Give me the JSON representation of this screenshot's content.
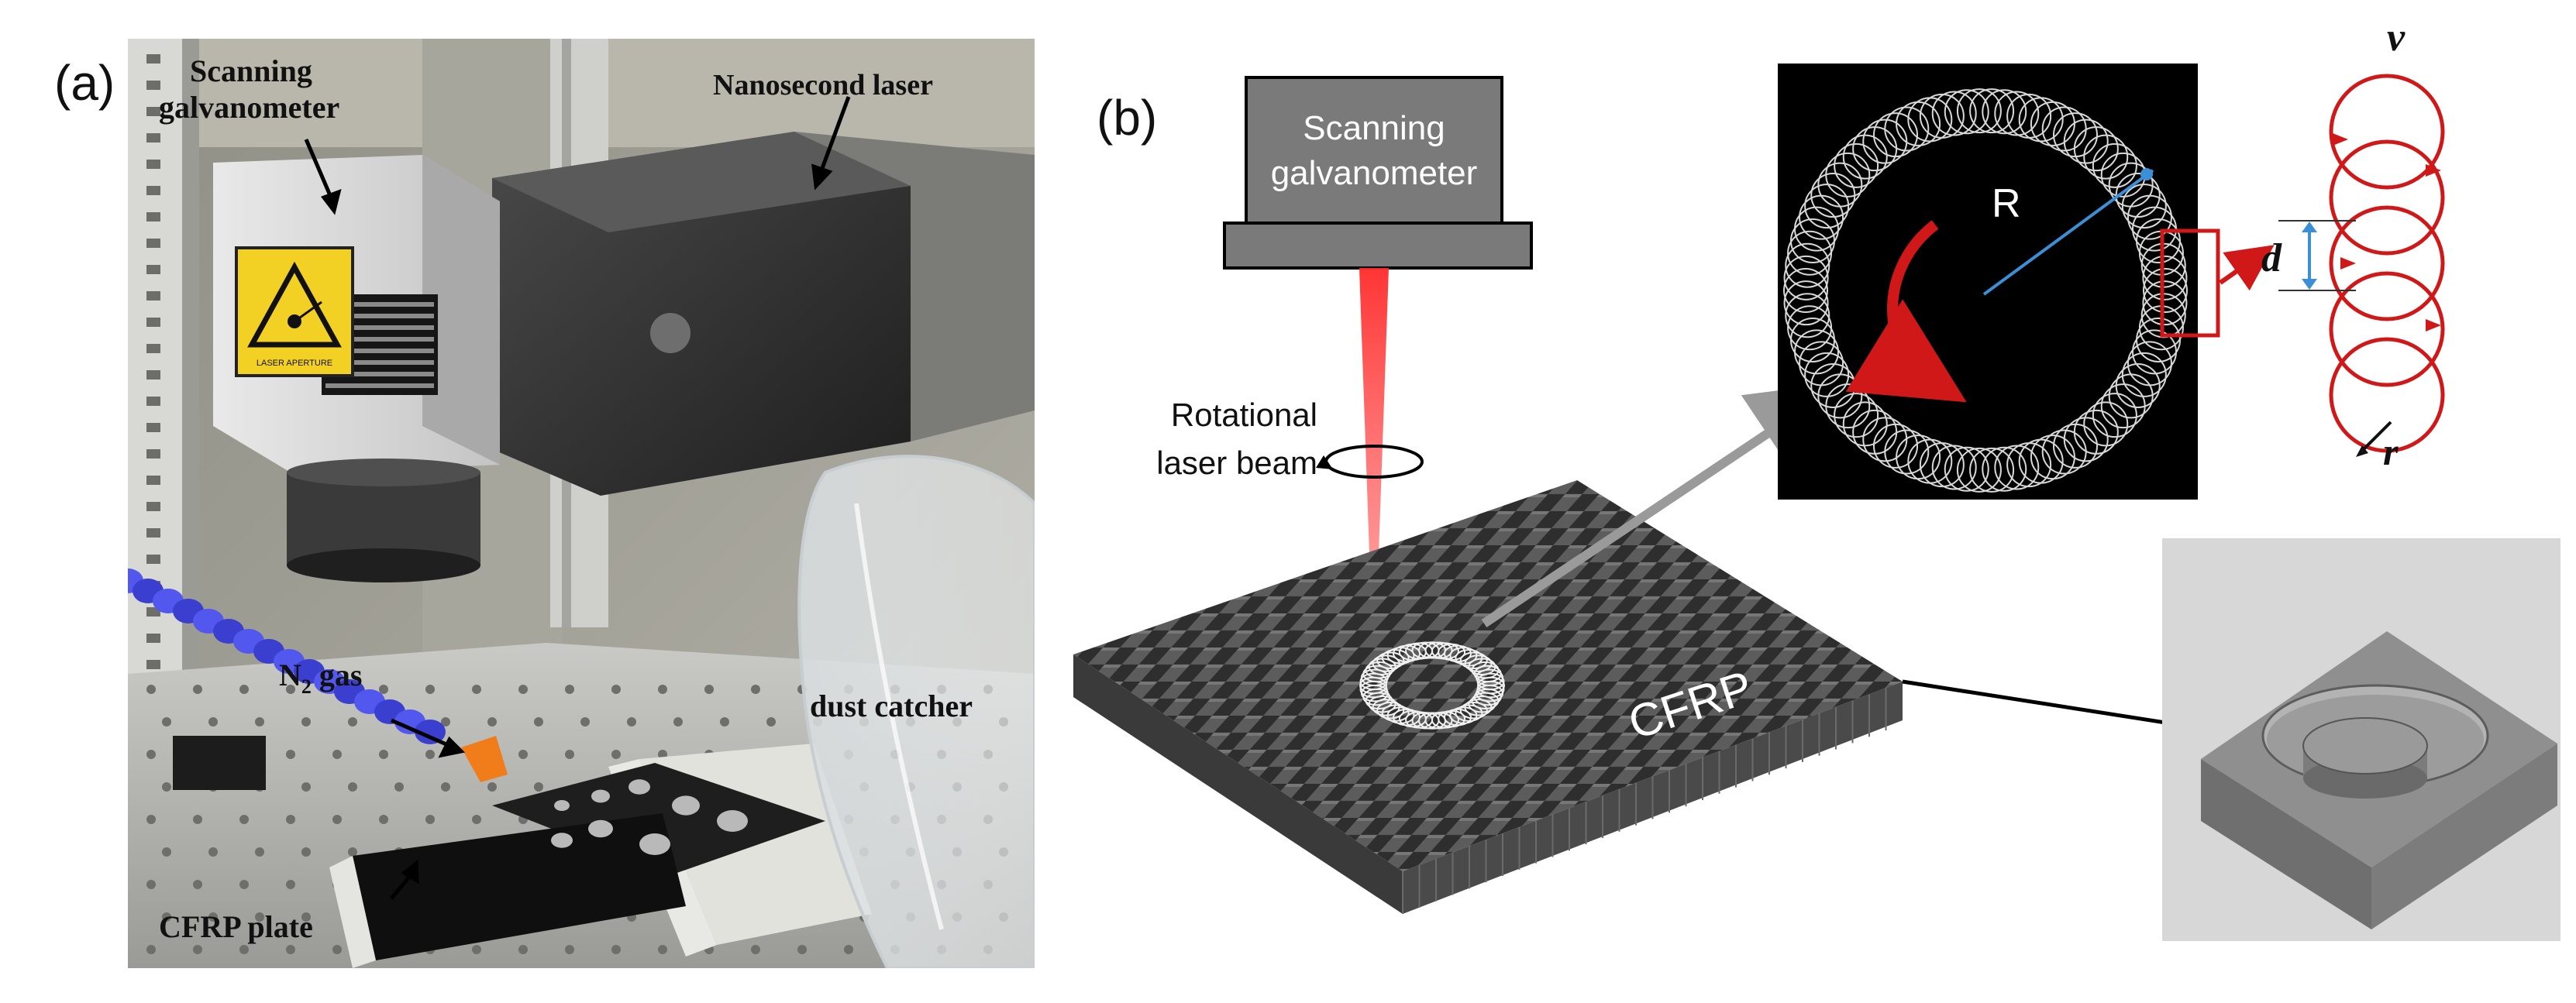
{
  "panel_a": {
    "label": "(a)",
    "callouts": {
      "scanning_galvanometer_line1": "Scanning",
      "scanning_galvanometer_line2": "galvanometer",
      "nanosecond_laser": "Nanosecond laser",
      "n2_gas_main": "N",
      "n2_gas_sub": "2",
      "n2_gas_rest": " gas",
      "dust_catcher": "dust catcher",
      "cfrp_plate": "CFRP plate"
    },
    "warning_sign_text": "LASER APERTURE"
  },
  "panel_b": {
    "label": "(b)",
    "galvanometer_line1": "Scanning",
    "galvanometer_line2": "galvanometer",
    "beam_label_line1": "Rotational",
    "beam_label_line2": "laser beam",
    "material_label": "CFRP",
    "ring_radius_label": "R",
    "pitch_label": "d",
    "velocity_label": "v",
    "circle_radius_label": "r"
  },
  "colors": {
    "laser_red": "#e0262a",
    "arrow_red": "#cc1111",
    "dimension_blue": "#3b8fd6",
    "carbon_dark": "#2d2d2d",
    "carbon_light": "#5b5b5b",
    "inset_background": "#000000",
    "block_gray": "#8a8a8a"
  }
}
